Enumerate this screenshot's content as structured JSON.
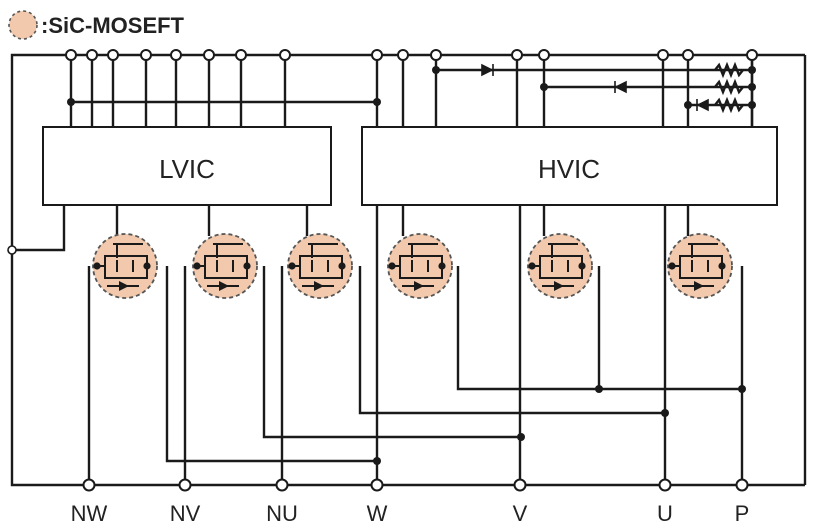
{
  "legend": {
    "label": ":SiC-MOSEFT",
    "swatch_color": "#f2c9ad"
  },
  "blocks": {
    "low_side_ic": "LVIC",
    "high_side_ic": "HVIC"
  },
  "terminals": [
    "NW",
    "NV",
    "NU",
    "W",
    "V",
    "U",
    "P"
  ],
  "colors": {
    "line": "#1a1a1a",
    "mosfet_fill": "#f2c9ad",
    "mosfet_outline": "#555555"
  }
}
